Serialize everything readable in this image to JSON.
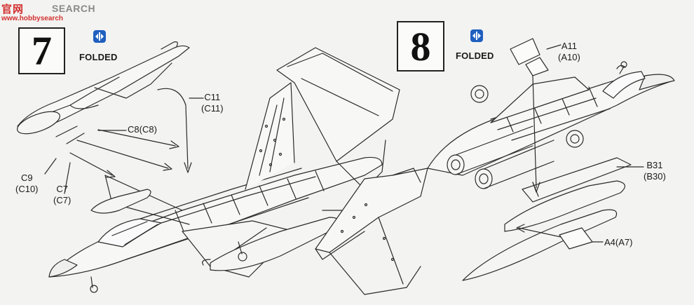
{
  "watermark": {
    "logo": "官网",
    "title": "SEARCH",
    "url": "www.hobbysearch"
  },
  "steps": [
    {
      "number": "7",
      "mode_label": "FOLDED",
      "icon": "fold-arrow-icon"
    },
    {
      "number": "8",
      "mode_label": "FOLDED",
      "icon": "fold-arrow-icon"
    }
  ],
  "callouts": {
    "c11": [
      "C11",
      "(C11)"
    ],
    "c8": "C8(C8)",
    "c9": [
      "C9",
      "(C10)"
    ],
    "c7": [
      "C7",
      "(C7)"
    ],
    "a11": [
      "A11",
      "(A10)"
    ],
    "b31": [
      "B31",
      "(B30)"
    ],
    "a4": "A4(A7)"
  },
  "colors": {
    "line": "#2b2b2b",
    "paper": "#f3f3f1",
    "icon_blue": "#1f5fbf"
  }
}
